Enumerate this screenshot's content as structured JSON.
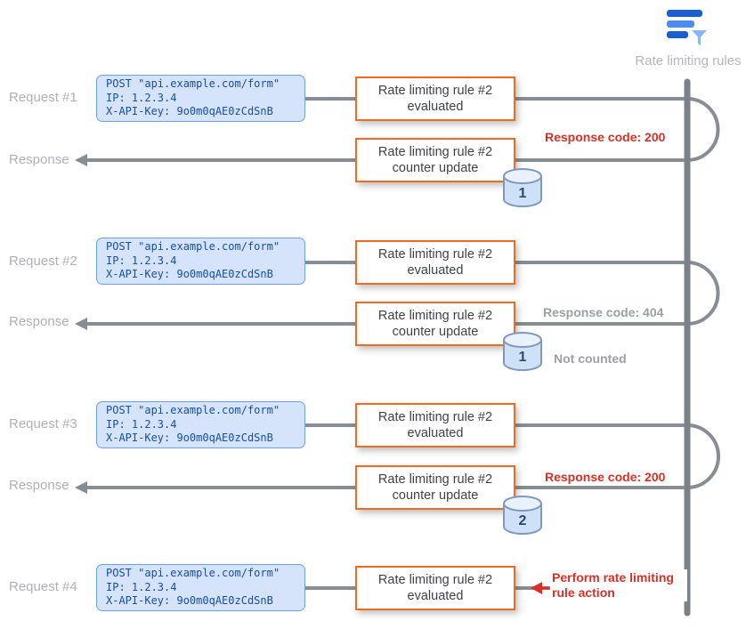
{
  "diagram": {
    "lifeline_label": "Rate limiting rules",
    "left_labels": [
      "Request #1",
      "Response",
      "Request #2",
      "Response",
      "Request #3",
      "Response",
      "Request #4"
    ],
    "request_payload": {
      "line1": "POST \"api.example.com/form\"",
      "line2": "IP: 1.2.3.4",
      "line3": "X-API-Key: 9o0m0qAE0zCdSnB"
    },
    "rule_boxes": {
      "evaluated": {
        "line1": "Rate limiting rule #2",
        "line2": "evaluated"
      },
      "counter_update": {
        "line1": "Rate limiting rule #2",
        "line2": "counter update"
      }
    },
    "counters": [
      "1",
      "1",
      "2"
    ],
    "annotations": {
      "response1": "Response code: 200",
      "response2": "Response code: 404",
      "response2_note": "Not counted",
      "response3": "Response code: 200",
      "final_action": "Perform rate limiting rule action"
    },
    "colors": {
      "red": "#d93025",
      "gray_annotation": "#9aa0a6",
      "orange_border": "#f06a21",
      "request_fill": "#d6e4fb",
      "request_border": "#6d9eef",
      "wire": "#868d94"
    }
  }
}
